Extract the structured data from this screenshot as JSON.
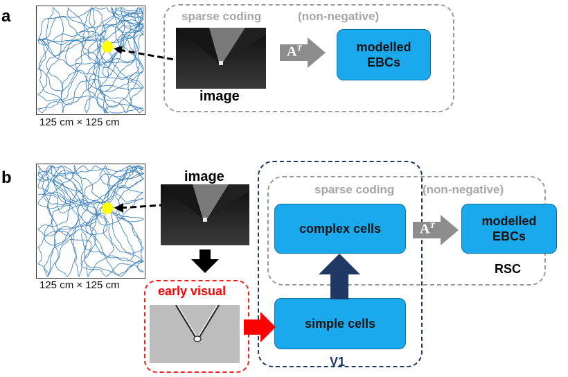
{
  "panel_a": {
    "label": "a",
    "arena_caption": "125 cm × 125 cm",
    "box_title_left": "sparse coding",
    "box_title_right": "(non-negative)",
    "image_label": "image",
    "transform_symbol": "A",
    "transform_superscript": "T",
    "output_line1": "modelled",
    "output_line2": "EBCs"
  },
  "panel_b": {
    "label": "b",
    "arena_caption": "125 cm × 125 cm",
    "image_label": "image",
    "early_visual_label": "early visual",
    "box_title_left": "sparse coding",
    "box_title_right": "(non-negative)",
    "complex_cells": "complex cells",
    "simple_cells": "simple cells",
    "v1_label": "V1",
    "rsc_label": "RSC",
    "transform_symbol": "A",
    "transform_superscript": "T",
    "output_line1": "modelled",
    "output_line2": "EBCs"
  },
  "colors": {
    "trajectory": "#2e75b6",
    "agent_dot": "#ffff00",
    "cell_box": "#19a9ec",
    "grey_dash": "#9a9a9a",
    "navy": "#1f3864",
    "red": "#ff0000",
    "grey_arrow": "#8c8c8c"
  }
}
